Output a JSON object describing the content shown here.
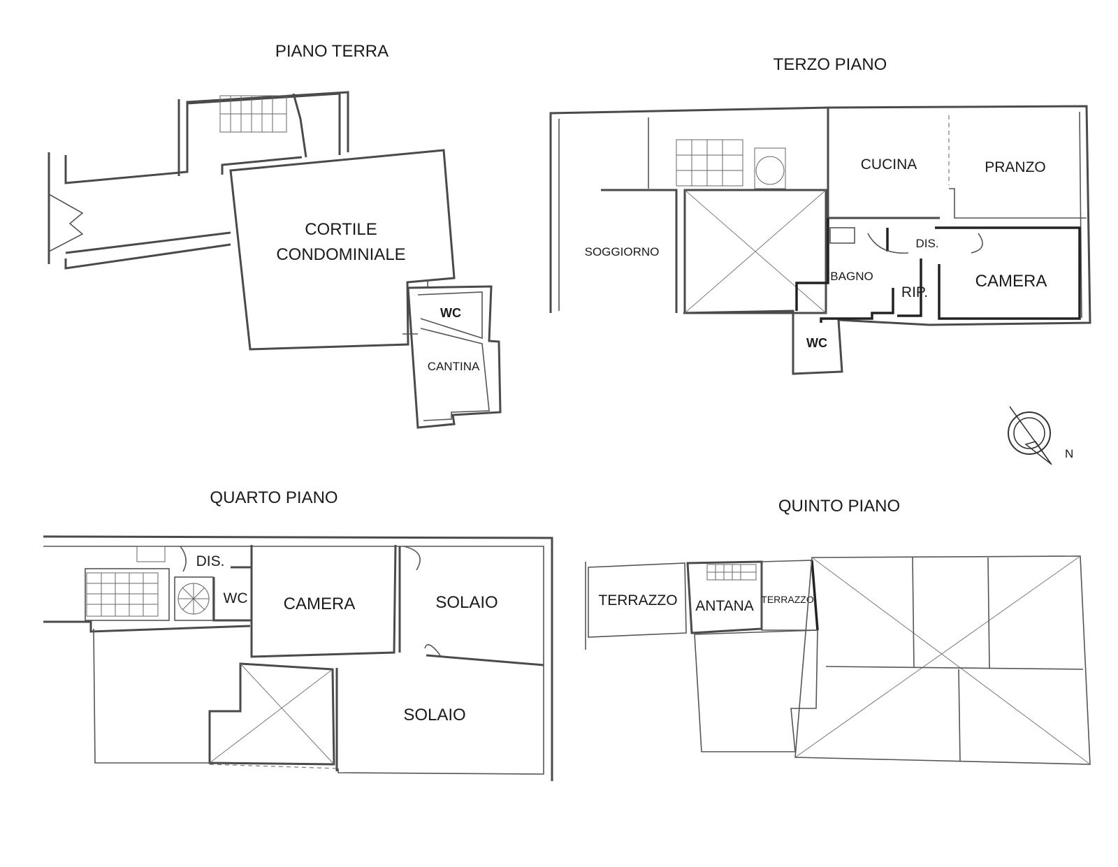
{
  "floors": {
    "ground": {
      "title": "PIANO TERRA",
      "rooms": {
        "cortile_line1": "CORTILE",
        "cortile_line2": "CONDOMINIALE",
        "wc": "WC",
        "cantina": "CANTINA"
      }
    },
    "third": {
      "title": "TERZO PIANO",
      "rooms": {
        "cucina": "CUCINA",
        "pranzo": "PRANZO",
        "soggiorno": "SOGGIORNO",
        "dis": "DIS.",
        "bagno": "BAGNO",
        "rip": "RIP.",
        "camera": "CAMERA",
        "wc": "WC"
      }
    },
    "fourth": {
      "title": "QUARTO PIANO",
      "rooms": {
        "dis": "DIS.",
        "wc": "WC",
        "camera": "CAMERA",
        "solaio_top": "SOLAIO",
        "solaio_bottom": "SOLAIO"
      }
    },
    "fifth": {
      "title": "QUINTO PIANO",
      "rooms": {
        "terrazzo_left": "TERRAZZO",
        "antana": "ANTANA",
        "terrazzo_small": "TERRAZZO"
      }
    }
  },
  "compass": {
    "label": "N",
    "icon": "north-arrow-icon"
  }
}
